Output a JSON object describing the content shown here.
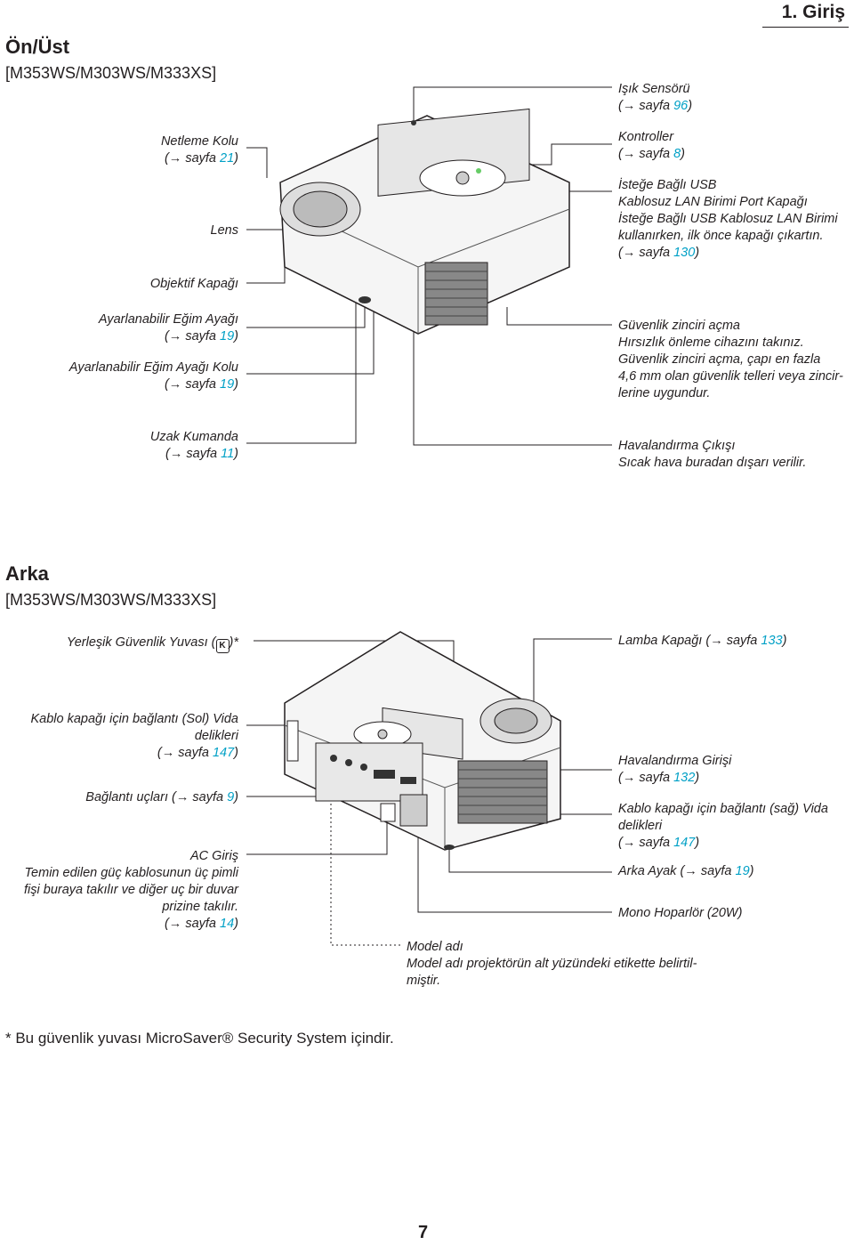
{
  "header": {
    "chapter": "1. Giriş"
  },
  "front": {
    "title": "Ön/Üst",
    "models": "[M353WS/M303WS/M333XS]",
    "left_labels": [
      {
        "text": "Netleme Kolu",
        "ref": "sayfa",
        "num": "21"
      },
      {
        "text": "Lens"
      },
      {
        "text": "Objektif Kapağı"
      },
      {
        "text": "Ayarlanabilir Eğim Ayağı",
        "ref": "sayfa",
        "num": "19"
      },
      {
        "text": "Ayarlanabilir Eğim Ayağı Kolu",
        "ref": "sayfa",
        "num": "19"
      },
      {
        "text": "Uzak Kumanda",
        "ref": "sayfa",
        "num": "11"
      }
    ],
    "right_labels": [
      {
        "text": "Işık Sensörü",
        "ref": "sayfa",
        "num": "96"
      },
      {
        "text": "Kontroller",
        "ref": "sayfa",
        "num": "8"
      },
      {
        "line1": "İsteğe Bağlı USB",
        "line2": "Kablosuz LAN Birimi Port Kapağı",
        "line3": "İsteğe Bağlı USB Kablosuz LAN Birimi",
        "line4": "kullanırken, ilk önce kapağı çıkartın.",
        "ref": "sayfa",
        "num": "130"
      },
      {
        "line1": "Güvenlik zinciri açma",
        "line2": "Hırsızlık önleme cihazını takınız.",
        "line3": "Güvenlik zinciri açma, çapı en fazla",
        "line4": "4,6 mm olan güvenlik telleri veya zincir-",
        "line5": "lerine uygundur."
      },
      {
        "line1": "Havalandırma Çıkışı",
        "line2": "Sıcak hava buradan dışarı verilir."
      }
    ]
  },
  "rear": {
    "title": "Arka",
    "models": "[M353WS/M303WS/M333XS]",
    "left_labels": [
      {
        "text": "Yerleşik Güvenlik Yuvası (",
        "suffix": ")*"
      },
      {
        "line1": "Kablo kapağı için bağlantı (Sol) Vida",
        "line2": "delikleri",
        "ref": "sayfa",
        "num": "147"
      },
      {
        "text": "Bağlantı uçları (",
        "ref": "sayfa",
        "num": "9"
      },
      {
        "line1": "AC Giriş",
        "line2": "Temin edilen güç kablosunun üç pimli",
        "line3": "fişi buraya takılır ve diğer uç bir duvar",
        "line4": "prizine takılır.",
        "ref": "sayfa",
        "num": "14"
      }
    ],
    "right_labels": [
      {
        "text": "Lamba Kapağı (",
        "ref": "sayfa",
        "num": "133"
      },
      {
        "text": "Havalandırma Girişi",
        "ref": "sayfa",
        "num": "132"
      },
      {
        "line1": "Kablo kapağı için bağlantı (sağ) Vida",
        "line2": "delikleri",
        "ref": "sayfa",
        "num": "147"
      },
      {
        "text": "Arka Ayak (",
        "ref": "sayfa",
        "num": "19"
      },
      {
        "text": "Mono Hoparlör (20W)"
      }
    ],
    "model_name": {
      "line1": "Model adı",
      "line2": "Model adı projektörün alt yüzündeki etikette belirtil-",
      "line3": "miştir."
    }
  },
  "arrow": "→",
  "footnote": "*  Bu güvenlik yuvası MicroSaver® Security System içindir.",
  "page_number": "7"
}
